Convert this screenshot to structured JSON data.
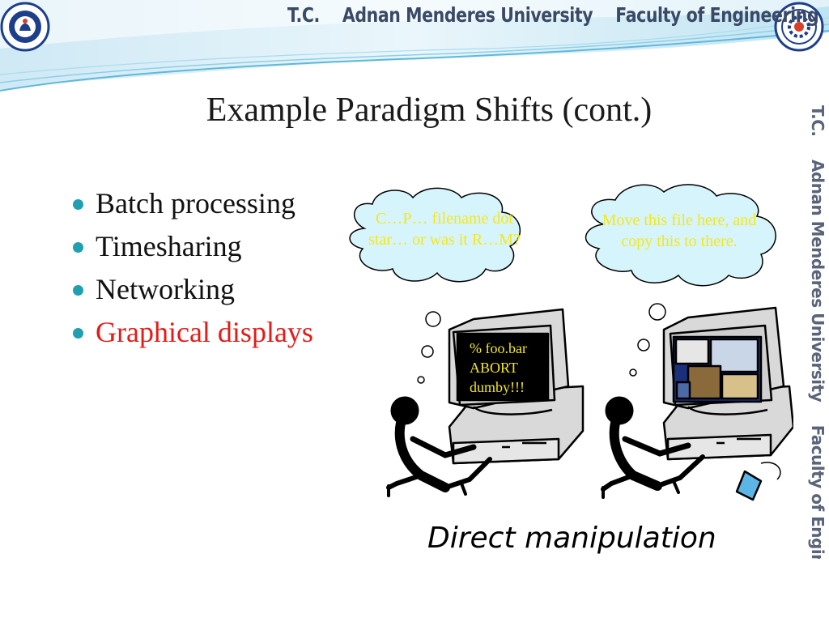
{
  "header": {
    "parts": [
      "T.C.",
      "Adnan Menderes University",
      "Faculty of Engineering"
    ]
  },
  "side_banner": {
    "parts": [
      "T.C.",
      "Adnan Menderes University",
      "Faculty of Engineering"
    ]
  },
  "slide": {
    "title": "Example Paradigm Shifts (cont.)",
    "bullets": [
      "Batch processing",
      "Timesharing",
      "Networking",
      "Graphical displays"
    ],
    "highlighted_bullet": "Graphical displays",
    "bullet_color": "#1f9fb0",
    "highlight_color": "#e41b17"
  },
  "illustration": {
    "left_thought": "C…P… filename dot star… or was it R…M?",
    "right_thought": "Move this file here, and copy this to there.",
    "terminal_lines": [
      "% foo.bar",
      "ABORT",
      "dumby!!!"
    ],
    "caption": "Direct manipulation",
    "thought_text_color": "#f5e817"
  }
}
